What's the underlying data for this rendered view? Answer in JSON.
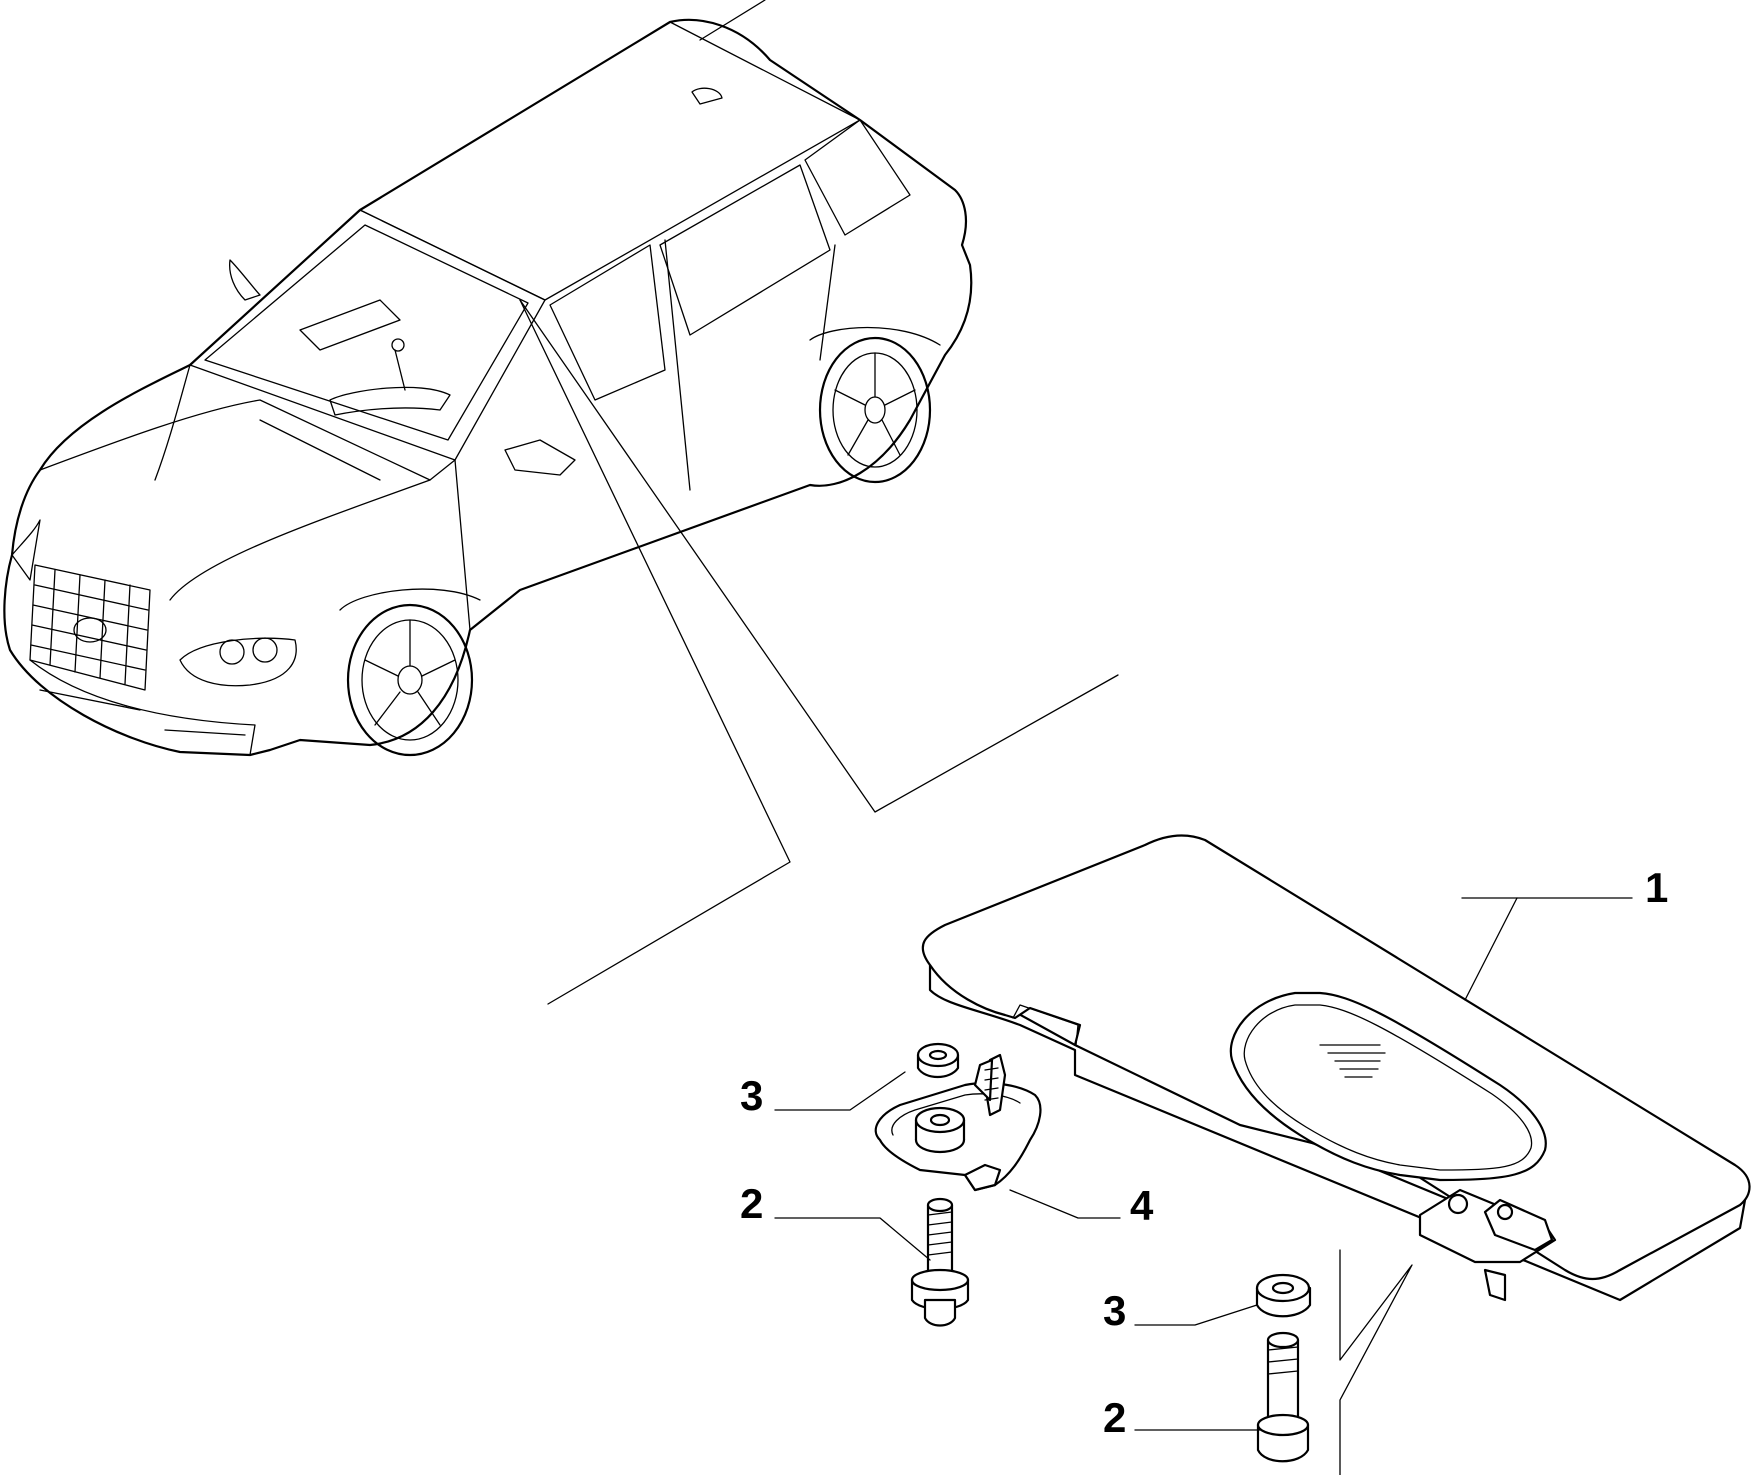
{
  "diagram": {
    "callouts": [
      {
        "id": "c1",
        "label": "1",
        "part": "sun-visor"
      },
      {
        "id": "c2a",
        "label": "2",
        "part": "screw"
      },
      {
        "id": "c2b",
        "label": "2",
        "part": "screw"
      },
      {
        "id": "c3a",
        "label": "3",
        "part": "nut"
      },
      {
        "id": "c3b",
        "label": "3",
        "part": "nut"
      },
      {
        "id": "c4",
        "label": "4",
        "part": "visor-mounting-bracket"
      }
    ]
  }
}
